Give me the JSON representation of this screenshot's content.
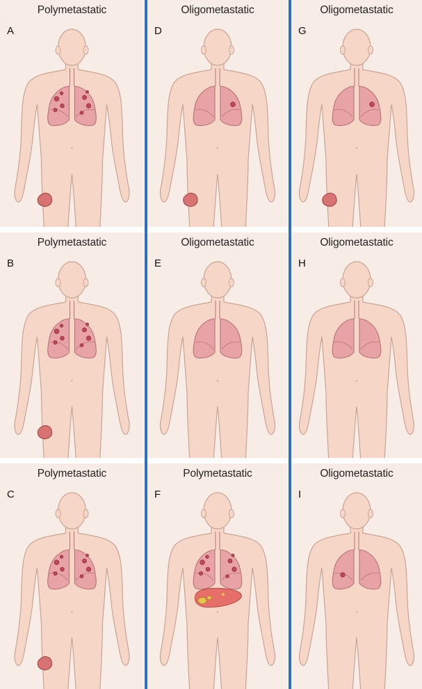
{
  "figure": {
    "panels": [
      {
        "letter": "A",
        "title": "Polymetastatic",
        "lung_lesions": "many",
        "hip_lesion": true,
        "liver": false,
        "lesion_side": "both"
      },
      {
        "letter": "D",
        "title": "Oligometastatic",
        "lung_lesions": "one",
        "hip_lesion": true,
        "liver": false,
        "lesion_side": "left"
      },
      {
        "letter": "G",
        "title": "Oligometastatic",
        "lung_lesions": "one",
        "hip_lesion": true,
        "liver": false,
        "lesion_side": "left"
      },
      {
        "letter": "B",
        "title": "Polymetastatic",
        "lung_lesions": "many",
        "hip_lesion": true,
        "liver": false,
        "lesion_side": "both"
      },
      {
        "letter": "E",
        "title": "Oligometastatic",
        "lung_lesions": "none",
        "hip_lesion": false,
        "liver": false,
        "lesion_side": "none"
      },
      {
        "letter": "H",
        "title": "Oligometastatic",
        "lung_lesions": "none",
        "hip_lesion": false,
        "liver": false,
        "lesion_side": "none"
      },
      {
        "letter": "C",
        "title": "Polymetastatic",
        "lung_lesions": "many",
        "hip_lesion": true,
        "liver": false,
        "lesion_side": "both"
      },
      {
        "letter": "F",
        "title": "Polymetastatic",
        "lung_lesions": "many",
        "hip_lesion": false,
        "liver": true,
        "lesion_side": "both"
      },
      {
        "letter": "I",
        "title": "Oligometastatic",
        "lung_lesions": "one",
        "hip_lesion": false,
        "liver": false,
        "lesion_side": "right"
      }
    ],
    "colors": {
      "background": "#f8ede6",
      "skin": "#f6d6c6",
      "skin_outline": "#c9a394",
      "lung": "#e8a3a6",
      "lung_outline": "#b57276",
      "lesion": "#c0485a",
      "lesion_dark": "#8e2c3b",
      "liver": "#e66f6a",
      "liver_tumor": "#e5c84a",
      "divider": "#2c6fc1"
    }
  }
}
